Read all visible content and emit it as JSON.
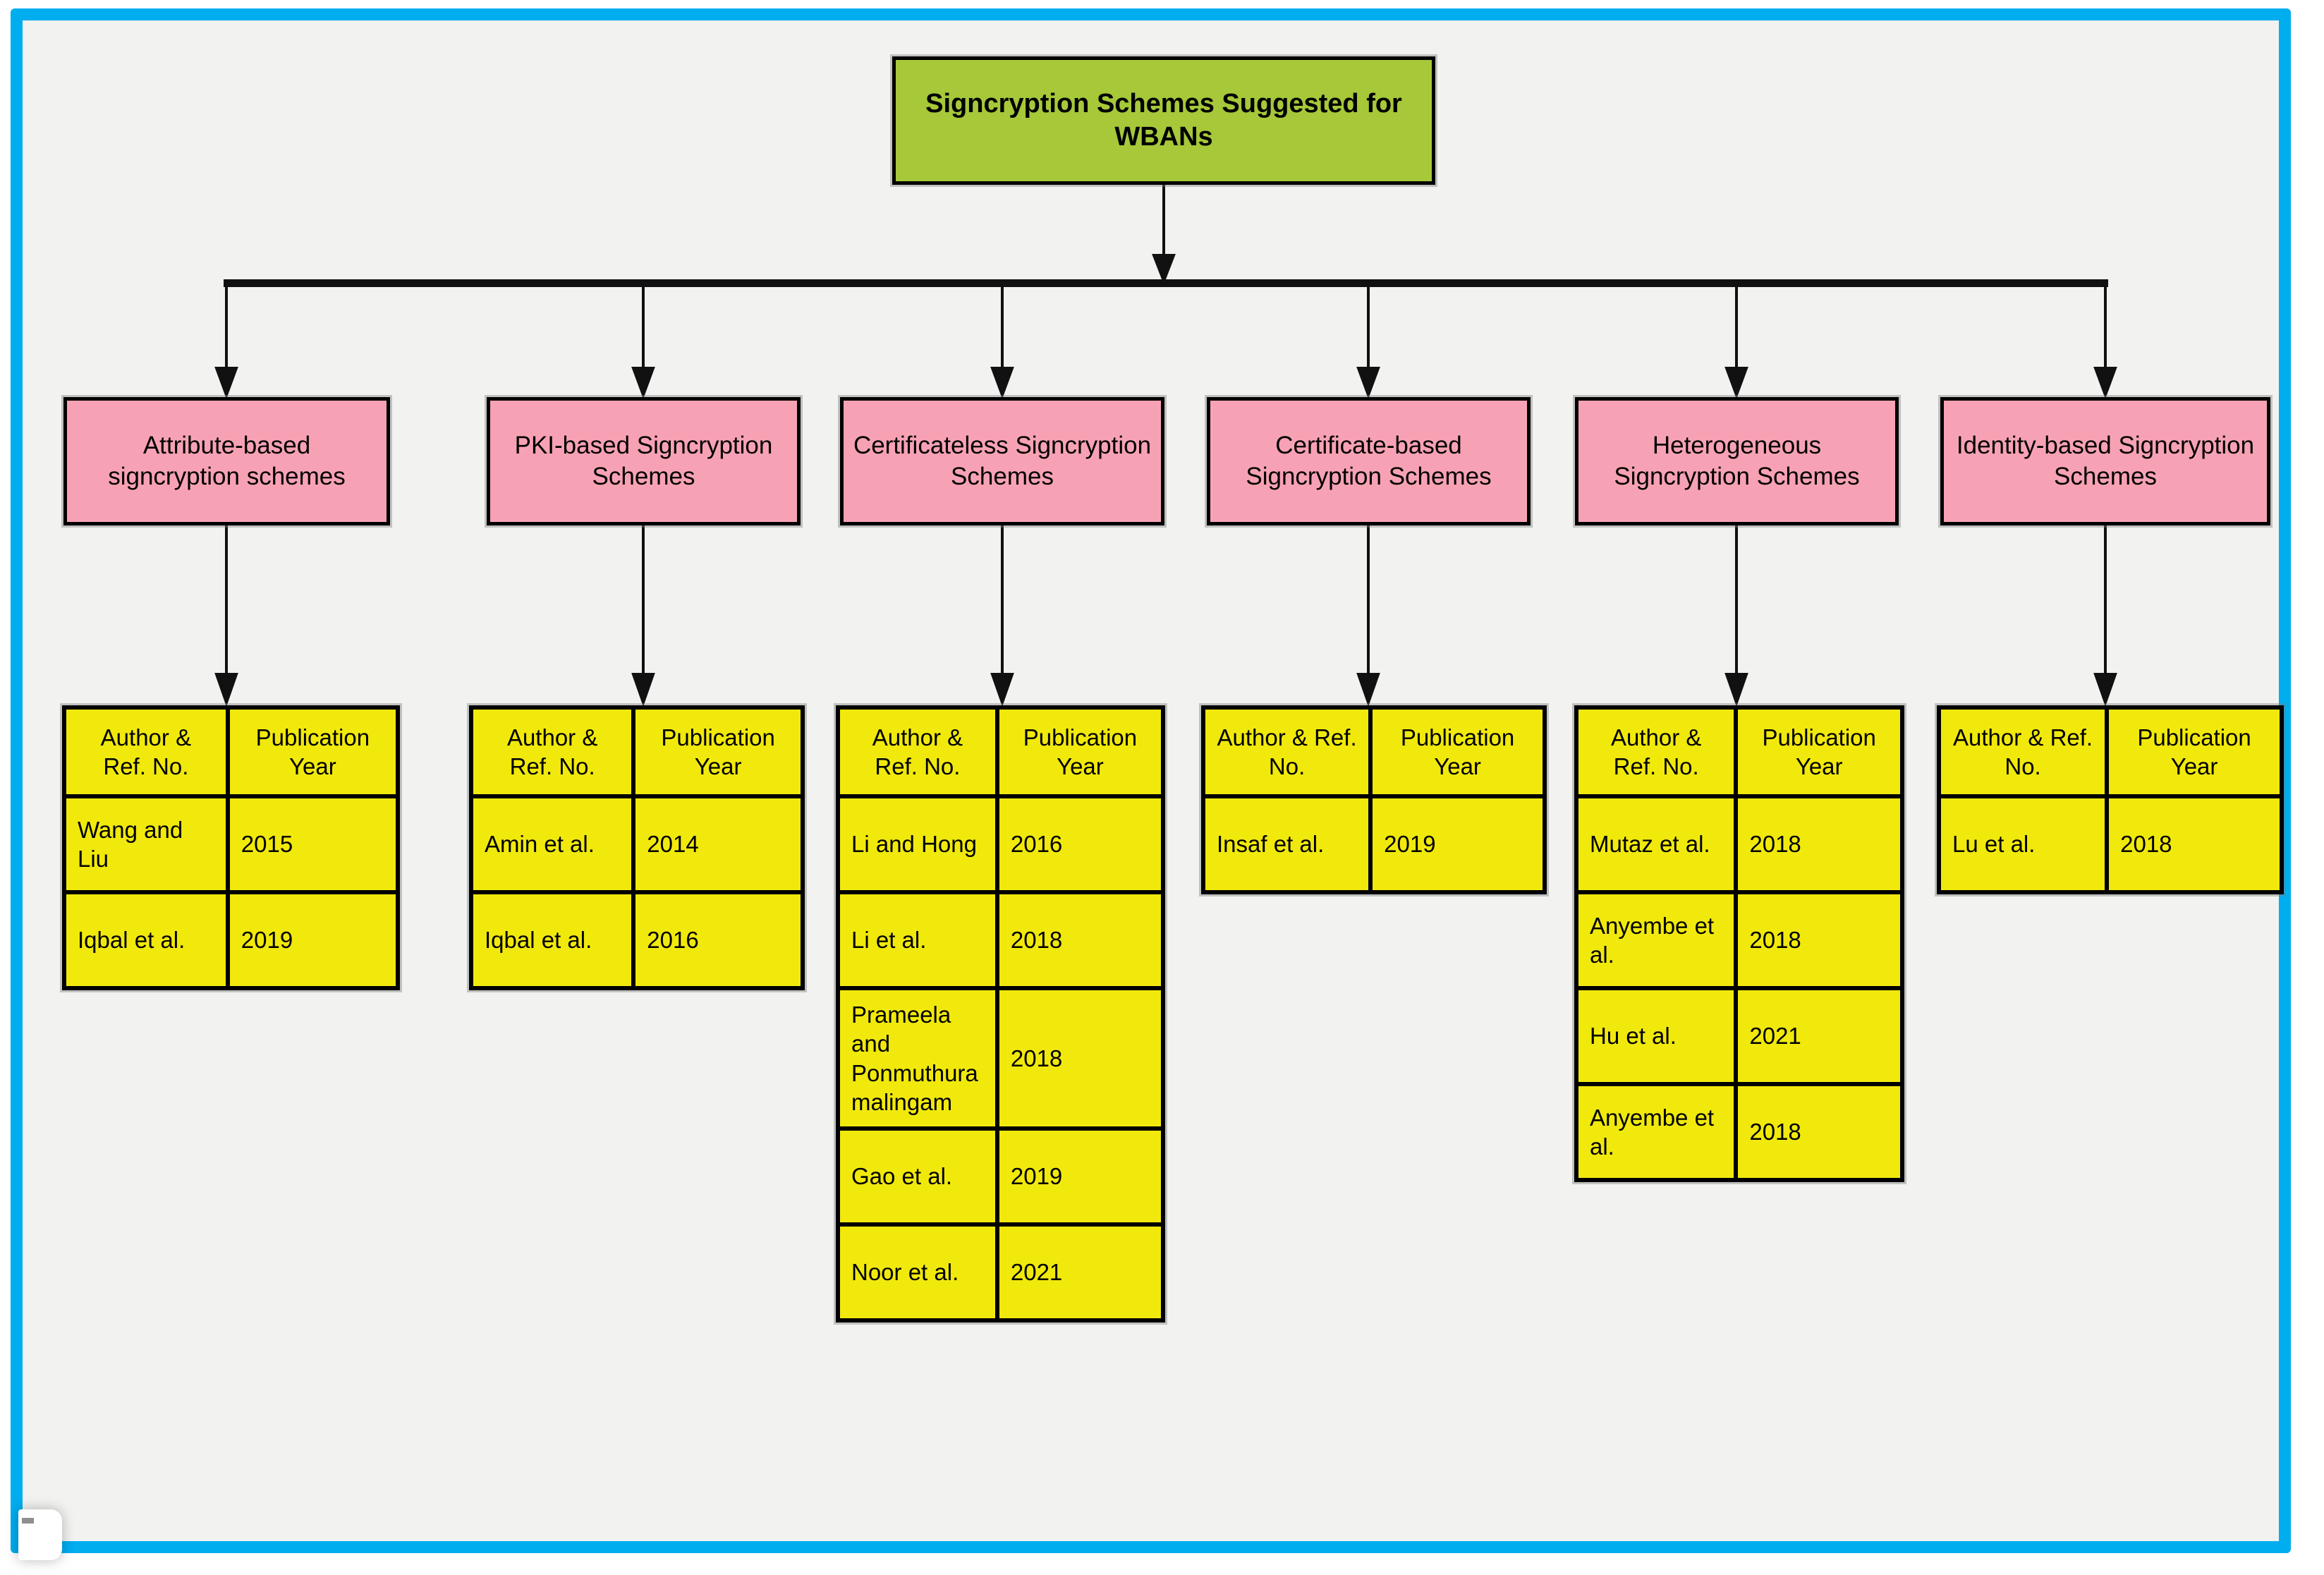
{
  "root": {
    "label": "Signcryption Schemes Suggested for WBANs"
  },
  "table_header": {
    "author": "Author & Ref. No.",
    "year": "Publication Year"
  },
  "colors": {
    "frame_blue": "#00ADEF",
    "background_gray": "#F2F2F1",
    "root_green": "#A6C839",
    "category_pink": "#F7A2B4",
    "cell_yellow": "#F1E90C",
    "connector_black": "#111111"
  },
  "categories": [
    {
      "label": "Attribute-based signcryption schemes",
      "rows": [
        {
          "author": "Wang and Liu",
          "year": "2015"
        },
        {
          "author": "Iqbal et al.",
          "year": "2019"
        }
      ]
    },
    {
      "label": "PKI-based Signcryption Schemes",
      "rows": [
        {
          "author": "Amin et al.",
          "year": "2014"
        },
        {
          "author": "Iqbal et al.",
          "year": "2016"
        }
      ]
    },
    {
      "label": "Certificateless Signcryption Schemes",
      "rows": [
        {
          "author": "Li and Hong",
          "year": "2016"
        },
        {
          "author": "Li et al.",
          "year": "2018"
        },
        {
          "author": "Prameela and Ponmuthuramalingam",
          "year": "2018"
        },
        {
          "author": "Gao et al.",
          "year": "2019"
        },
        {
          "author": "Noor et al.",
          "year": "2021"
        }
      ]
    },
    {
      "label": "Certificate-based Signcryption Schemes",
      "rows": [
        {
          "author": "Insaf et al.",
          "year": "2019"
        }
      ]
    },
    {
      "label": "Heterogeneous Signcryption Schemes",
      "rows": [
        {
          "author": "Mutaz et al.",
          "year": "2018"
        },
        {
          "author": "Anyembe et al.",
          "year": "2018"
        },
        {
          "author": "Hu et al.",
          "year": "2021"
        },
        {
          "author": "Anyembe et al.",
          "year": "2018"
        }
      ]
    },
    {
      "label": "Identity-based Signcryption Schemes",
      "rows": [
        {
          "author": "Lu et al.",
          "year": "2018"
        }
      ]
    }
  ]
}
